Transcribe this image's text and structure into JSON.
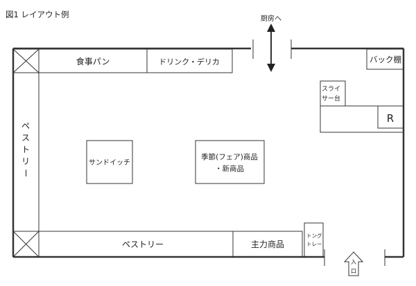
{
  "figure_caption": "図1 レイアウト例",
  "labels": {
    "kitchen": "厨房へ",
    "back_shelf": "バック棚",
    "slicer_line1": "スライ",
    "slicer_line2": "サー台",
    "register": "R",
    "bread": "食事パン",
    "drinks_deli": "ドリンク・デリカ",
    "pastry_side": "ペストリー",
    "sandwich": "サンドイッチ",
    "seasonal_line1": "季節(フェア)商品",
    "seasonal_line2": "・新商品",
    "pastry_bottom": "ペストリー",
    "main_products": "主力商品",
    "tong_tray_line1": "トング",
    "tong_tray_line2": "トレー",
    "entrance": "入口"
  },
  "colors": {
    "line": "#333333",
    "background": "#ffffff",
    "text": "#222222"
  }
}
